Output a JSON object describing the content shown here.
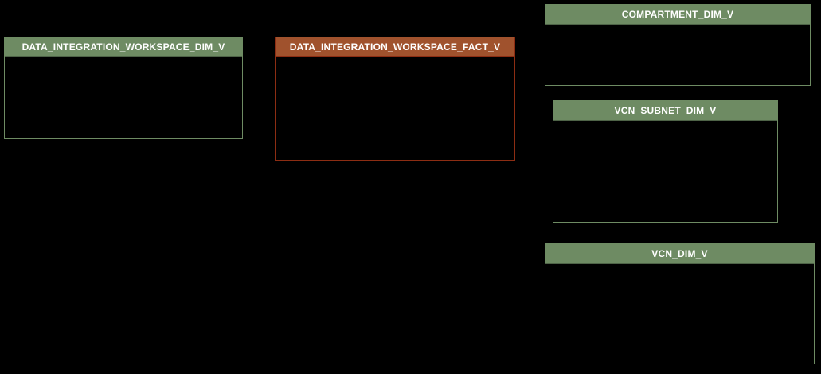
{
  "diagram": {
    "title": "",
    "background_color": "#000000",
    "dimension_header_color": "#6e8b63",
    "dimension_border_color": "#6e8b63",
    "fact_header_color": "#a0522d",
    "fact_border_color": "#8c2d13",
    "title_text_color": "#ffffff"
  },
  "entities": [
    {
      "name": "DATA_INTEGRATION_WORKSPACE_DIM_V",
      "type": "dimension",
      "columns": []
    },
    {
      "name": "DATA_INTEGRATION_WORKSPACE_FACT_V",
      "type": "fact",
      "columns": []
    },
    {
      "name": "COMPARTMENT_DIM_V",
      "type": "dimension",
      "columns": []
    },
    {
      "name": "VCN_SUBNET_DIM_V",
      "type": "dimension",
      "columns": []
    },
    {
      "name": "VCN_DIM_V",
      "type": "dimension",
      "columns": []
    }
  ]
}
